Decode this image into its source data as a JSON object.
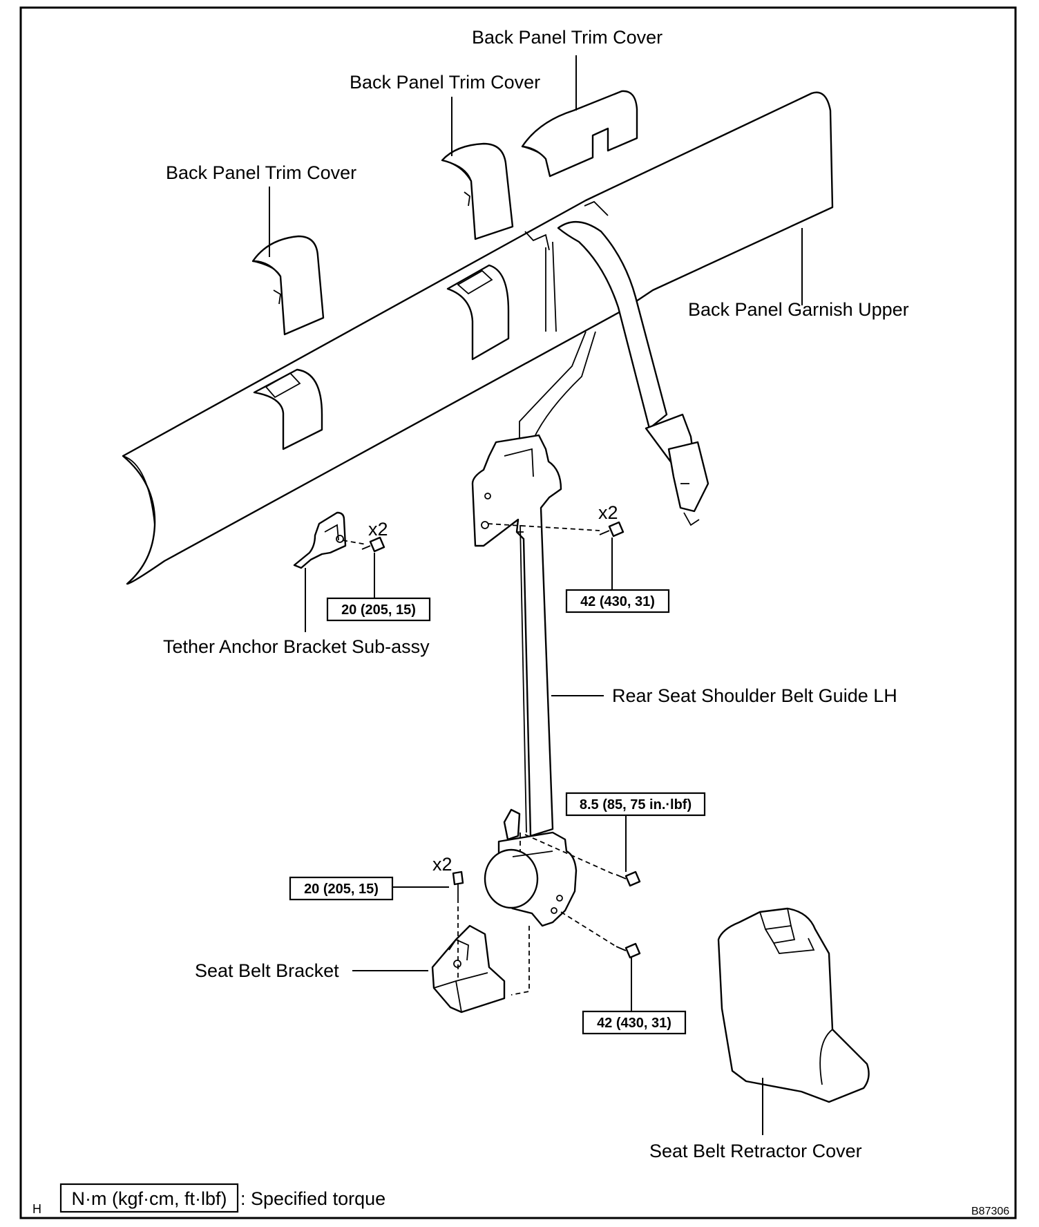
{
  "labels": {
    "trim_cover_top": "Back Panel Trim Cover",
    "trim_cover_mid": "Back Panel Trim Cover",
    "trim_cover_left": "Back Panel Trim Cover",
    "garnish_upper": "Back Panel Garnish Upper",
    "tether_anchor": "Tether Anchor Bracket Sub-assy",
    "shoulder_belt_guide": "Rear Seat Shoulder Belt Guide LH",
    "seat_belt_bracket": "Seat Belt Bracket",
    "retractor_cover": "Seat Belt Retractor Cover"
  },
  "quantities": {
    "tether_bolts": "x2",
    "guide_bolts": "x2",
    "bracket_bolts": "x2"
  },
  "torques": {
    "tether": "20 (205, 15)",
    "guide_upper": "42 (430, 31)",
    "retractor_small": "8.5 (85, 75 in.·lbf)",
    "bracket": "20 (205, 15)",
    "retractor_lower": "42 (430, 31)"
  },
  "legend": {
    "unit_box": "N·m (kgf·cm, ft·lbf)",
    "description": ": Specified torque"
  },
  "corner": {
    "left_code": "H",
    "figure_id": "B87306"
  }
}
